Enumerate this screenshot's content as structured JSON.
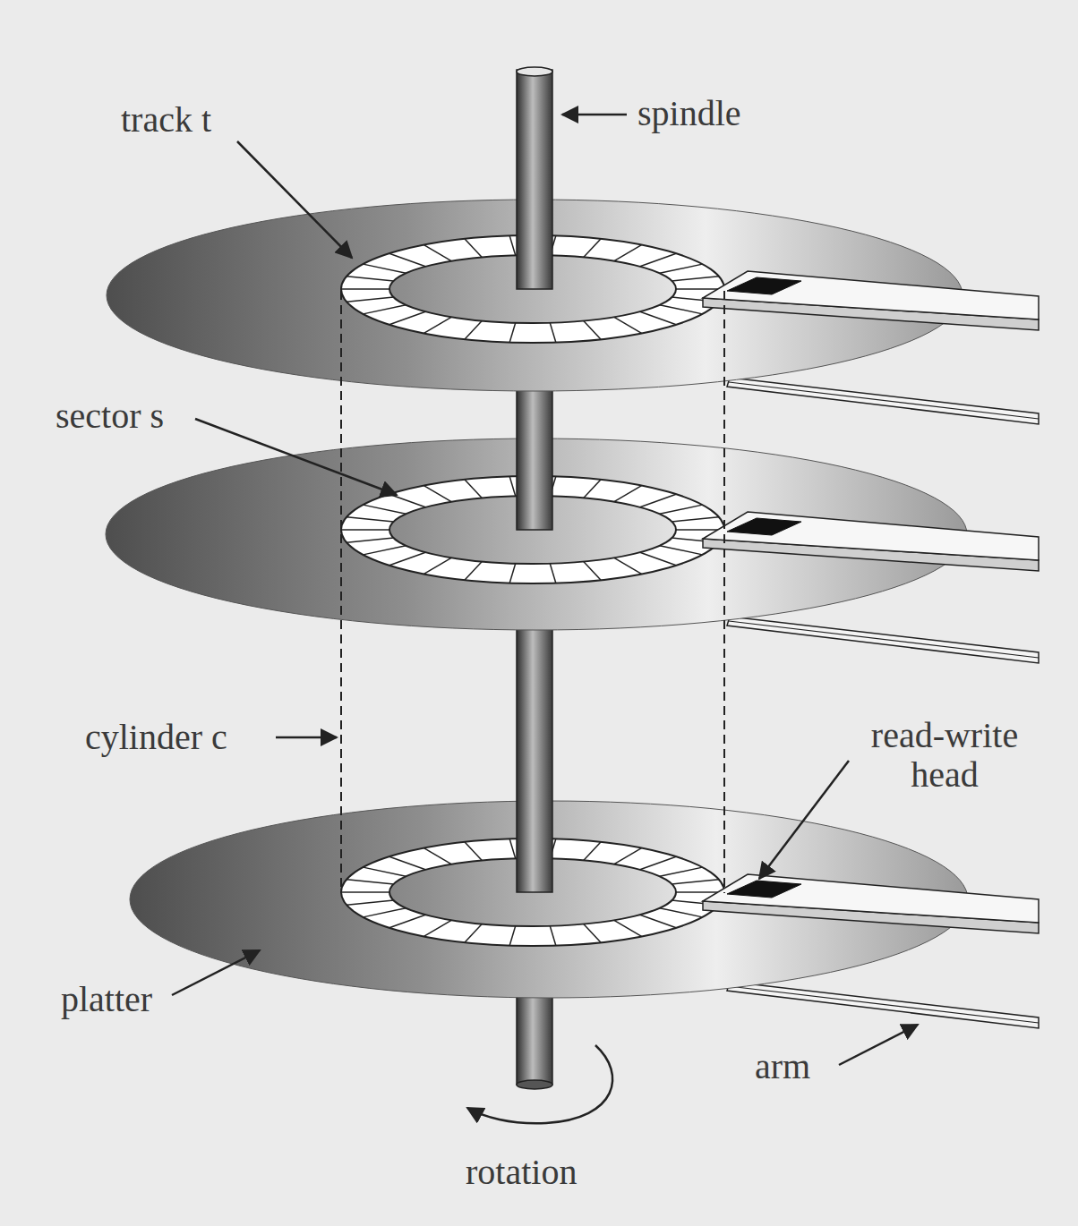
{
  "diagram": {
    "labels": [
      "track t",
      "spindle",
      "sector s",
      "cylinder c",
      "read-write head",
      "platter",
      "arm",
      "rotation"
    ]
  }
}
